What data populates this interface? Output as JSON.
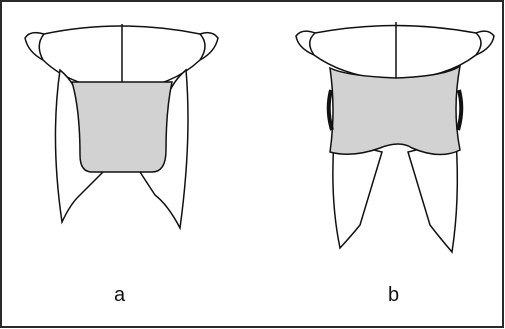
{
  "panels": [
    {
      "id": "a",
      "label": "a"
    },
    {
      "id": "b",
      "label": "b"
    }
  ],
  "colors": {
    "outline": "#111111",
    "shaded_fill": "#d2d2d2",
    "border": "#2a2a2a",
    "background": "#ffffff"
  }
}
